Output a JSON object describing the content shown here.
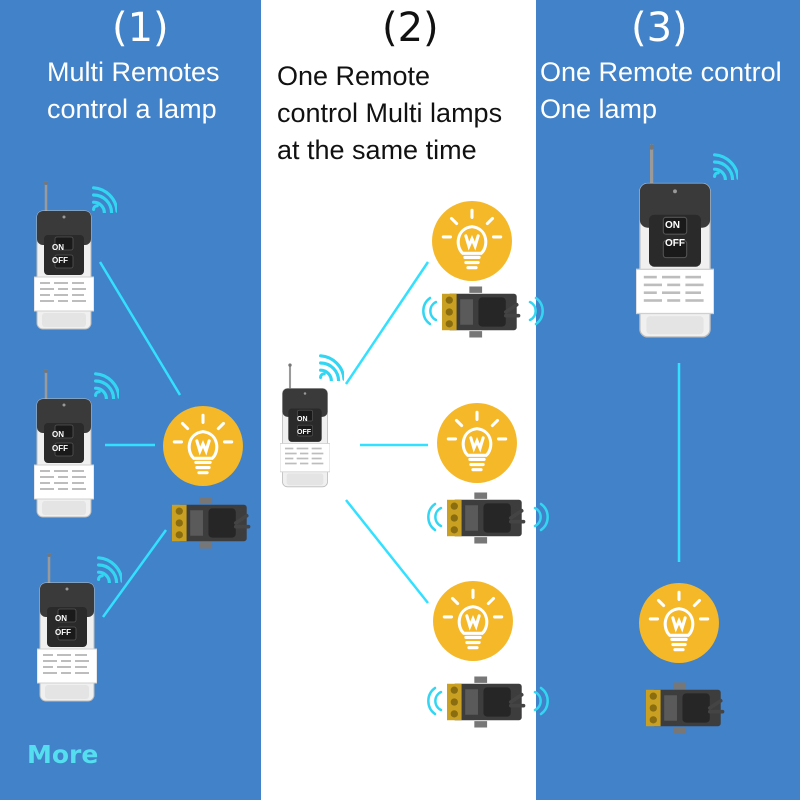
{
  "panels": [
    {
      "number": "(1)",
      "title_lines": [
        "Multi Remotes",
        "control a lamp"
      ]
    },
    {
      "number": "(2)",
      "title_lines": [
        "One Remote",
        "control Multi lamps",
        "at the same time"
      ]
    },
    {
      "number": "(3)",
      "title_lines": [
        "One Remote control",
        "One lamp"
      ]
    }
  ],
  "remote": {
    "on_label": "ON",
    "off_label": "OFF"
  },
  "lamp": {
    "letter": "W"
  },
  "footer": {
    "more_label": "More"
  },
  "colors": {
    "panel_blue": "#4282c8",
    "line_cyan": "#33e0ff",
    "lamp_yellow": "#f4b829",
    "more_cyan": "#55ddf0"
  }
}
